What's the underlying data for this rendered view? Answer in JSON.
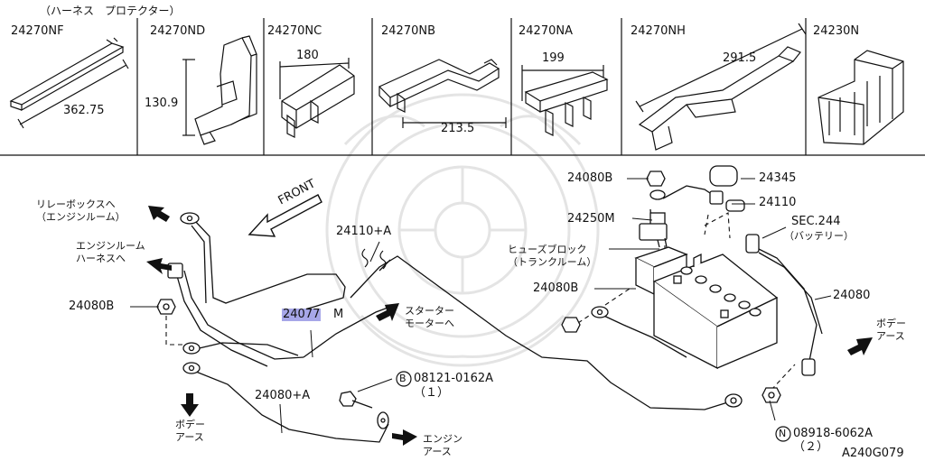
{
  "header": {
    "title": "（ハーネス　プロテクター）"
  },
  "protectors": [
    {
      "code": "24270NF",
      "dim": "362.75"
    },
    {
      "code": "24270ND",
      "dim": "130.9"
    },
    {
      "code": "24270NC",
      "dim": "180"
    },
    {
      "code": "24270NB",
      "dim": "213.5"
    },
    {
      "code": "24270NA",
      "dim": "199"
    },
    {
      "code": "24270NH",
      "dim": "291.5"
    },
    {
      "code": "24230N",
      "dim": ""
    }
  ],
  "labels": {
    "relay_box": [
      "リレーボックスへ",
      "（エンジンルーム）"
    ],
    "front": "FRONT",
    "engine_harness": [
      "エンジンルーム",
      "ハーネスへ"
    ],
    "part_24080B_left": "24080B",
    "part_24110A": "24110+A",
    "part_24077": "24077",
    "suffix_M": "M",
    "starter": [
      "スターター",
      "モーターへ"
    ],
    "body_earth_left": [
      "ボデー",
      "アース"
    ],
    "part_24080A": "24080+A",
    "bolt_code": "08121-0162A",
    "bolt_qty": "（１）",
    "bolt_circle": "B",
    "engine_earth": [
      "エンジン",
      "アース"
    ],
    "part_24080B_top": "24080B",
    "part_24345": "24345",
    "part_24110": "24110",
    "part_24250M": "24250M",
    "sec244": "SEC.244",
    "battery": "（バッテリー）",
    "fuse_block": [
      "ヒューズブロック",
      "（トランクルーム）"
    ],
    "part_24080B_mid": "24080B",
    "part_24080": "24080",
    "body_earth_right": [
      "ボデー",
      "アース"
    ],
    "nut_code": "08918-6062A",
    "nut_qty": "（２）",
    "nut_circle": "N",
    "diagram_id": "A240G079"
  }
}
